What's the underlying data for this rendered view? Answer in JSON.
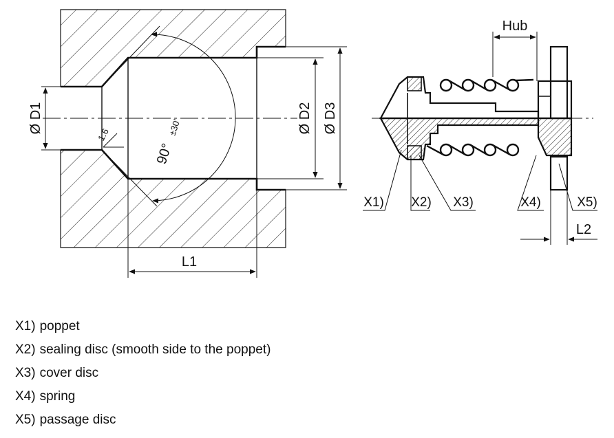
{
  "dimensions": {
    "d1": "Ø D1",
    "d2": "Ø D2",
    "d3": "Ø D3",
    "l1": "L1",
    "l2": "L2",
    "hub": "Hub",
    "chamfer": "1.6",
    "angle": "90°",
    "angle_tolerance": "±30'"
  },
  "callouts": [
    "X1)",
    "X2)",
    "X3)",
    "X4)",
    "X5)"
  ],
  "legend": [
    {
      "code": "X1)",
      "text": "poppet"
    },
    {
      "code": "X2)",
      "text": "sealing disc (smooth side to the poppet)"
    },
    {
      "code": "X3)",
      "text": "cover disc"
    },
    {
      "code": "X4)",
      "text": "spring"
    },
    {
      "code": "X5)",
      "text": "passage disc"
    }
  ]
}
